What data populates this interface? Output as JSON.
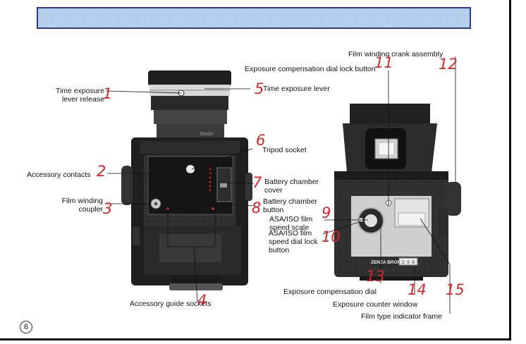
{
  "page_number": "6",
  "labels": {
    "time_exposure_lever_release": "Time exposure\nlever release",
    "time_exposure_lever": "Time exposure lever",
    "tripod_socket": "Tripod socket",
    "accessory_contacts": "Accessory contacts",
    "battery_chamber_cover": "Battery chamber\ncover",
    "film_winding_coupler": "Film winding\ncoupler",
    "battery_chamber_button": "Battery chamber\nbutton",
    "accessory_guide_sockets": "Accessory guide sockets",
    "film_winding_crank_assembly": "Film winding crank assembly",
    "exposure_compensation_dial_lock_button": "Exposure compensation dial lock button",
    "asa_iso_film_speed_scale": "ASA/ISO film\nspeed scale",
    "asa_iso_film_speed_dial_lock_button": "ASA/ISO film\nspeed dial lock\nbutton",
    "exposure_compensation_dial": "Exposure compensation dial",
    "exposure_counter_window": "Exposure counter window",
    "film_type_indicator_frame": "Film type indicator frame"
  },
  "numbers": {
    "n1": "1",
    "n2": "2",
    "n3": "3",
    "n4": "4",
    "n5": "5",
    "n6": "6",
    "n7": "7",
    "n8": "8",
    "n9": "9",
    "n10": "10",
    "n11": "11",
    "n12": "12",
    "n13": "13",
    "n14": "14",
    "n15": "15"
  },
  "camera_text": {
    "lens_brand": "ZENZA",
    "back_brand": "ZENZA BRONICA",
    "counter_window_text": "2 5 6"
  }
}
